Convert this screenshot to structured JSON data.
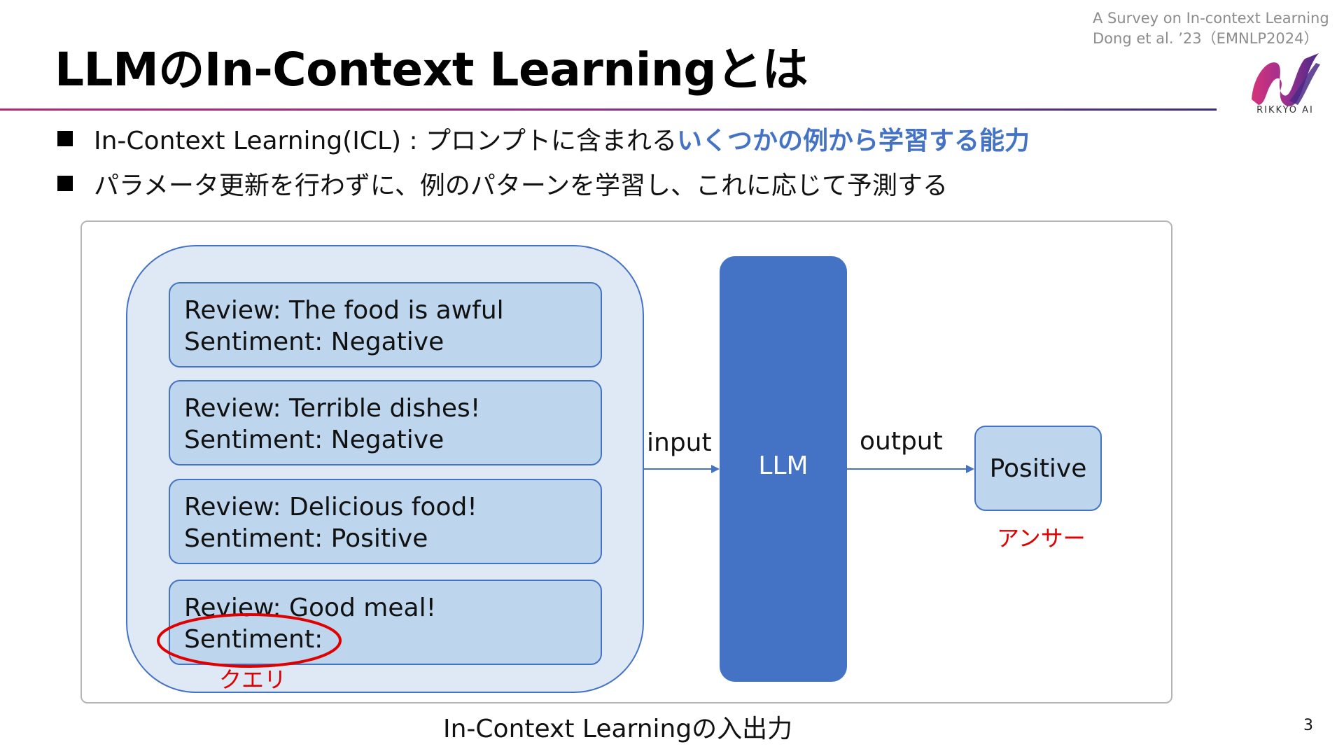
{
  "slide": {
    "title": "LLMのIn-Context Learningとは",
    "citation_line1": "A Survey on In-context Learning",
    "citation_line2": "Dong et al. ’23（EMNLP2024）",
    "logo_text": "RIKKYO AI",
    "page_number": "3"
  },
  "bullets": [
    {
      "text": "In-Context Learning(ICL) : プロンプトに含まれる",
      "highlight": "いくつかの例から学習する能力"
    },
    {
      "text": "パラメータ更新を行わずに、例のパターンを学習し、これに応じて予測する"
    }
  ],
  "diagram": {
    "examples": [
      {
        "review": "Review: The food is awful",
        "sentiment": "Sentiment: Negative"
      },
      {
        "review": "Review: Terrible dishes!",
        "sentiment": "Sentiment: Negative"
      },
      {
        "review": "Review: Delicious food!",
        "sentiment": "Sentiment: Positive"
      },
      {
        "review": "Review: Good meal!",
        "sentiment": "Sentiment:"
      }
    ],
    "query_label": "クエリ",
    "input_label": "input",
    "model_label": "LLM",
    "output_label": "output",
    "answer_value": "Positive",
    "answer_label": "アンサー",
    "caption": "In-Context Learningの入出力"
  },
  "colors": {
    "accent_blue": "#4472c4",
    "box_fill": "#bdd6ee",
    "group_fill": "#dee9f5",
    "annotation_red": "#e00000"
  }
}
